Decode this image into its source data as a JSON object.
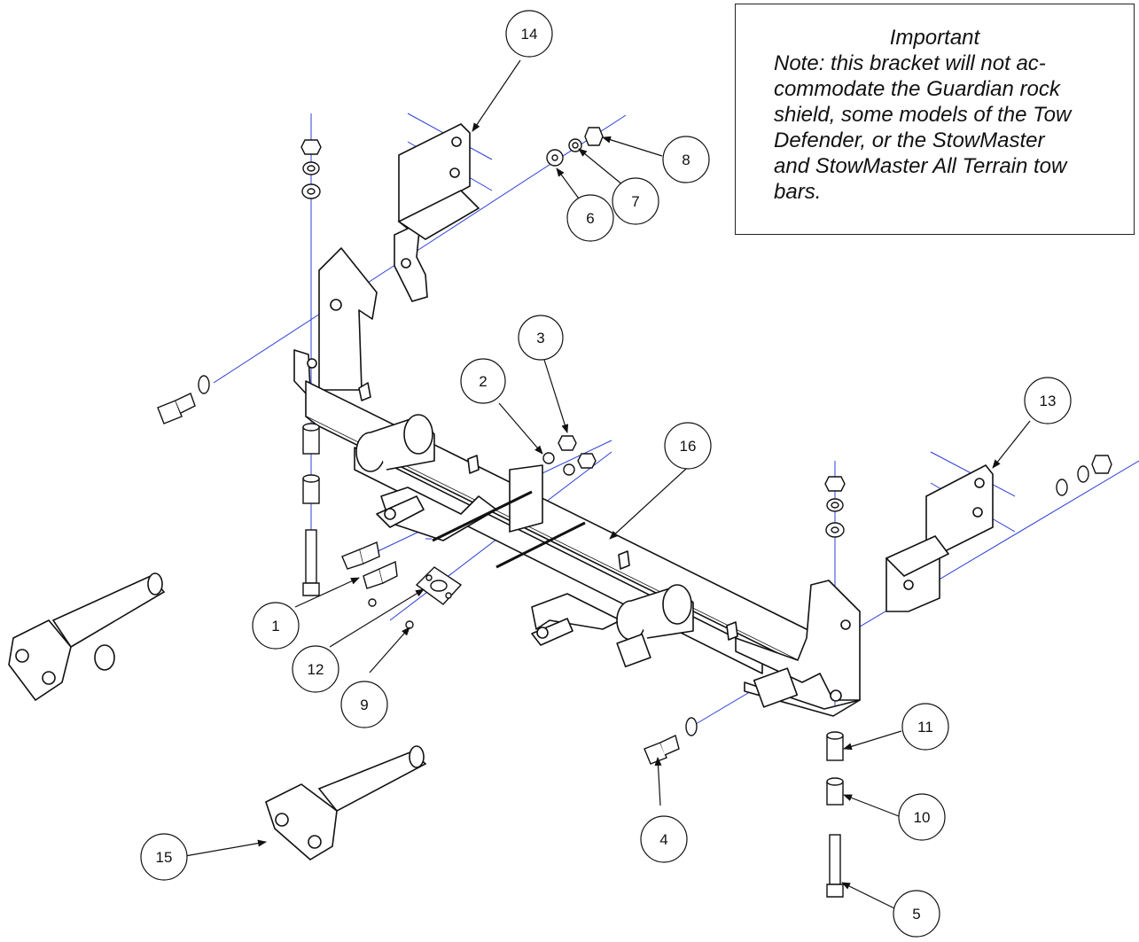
{
  "note": {
    "title": "Important",
    "body": "Note: this bracket will not accommodate the Guardian rock shield, some models of the Tow Defender, or the StowMaster and StowMaster All Terrain tow bars.",
    "body_lines": [
      "Note: this bracket will not ac-",
      "commodate the Guardian rock",
      "shield, some models of the Tow",
      "Defender, or the StowMaster",
      "and StowMaster All Terrain tow",
      "bars."
    ]
  },
  "callouts": [
    "1",
    "2",
    "3",
    "4",
    "5",
    "6",
    "7",
    "8",
    "9",
    "10",
    "11",
    "12",
    "13",
    "14",
    "15",
    "16"
  ],
  "colors": {
    "line": "#111111",
    "centerline": "#2b3fd6",
    "background": "#ffffff"
  }
}
